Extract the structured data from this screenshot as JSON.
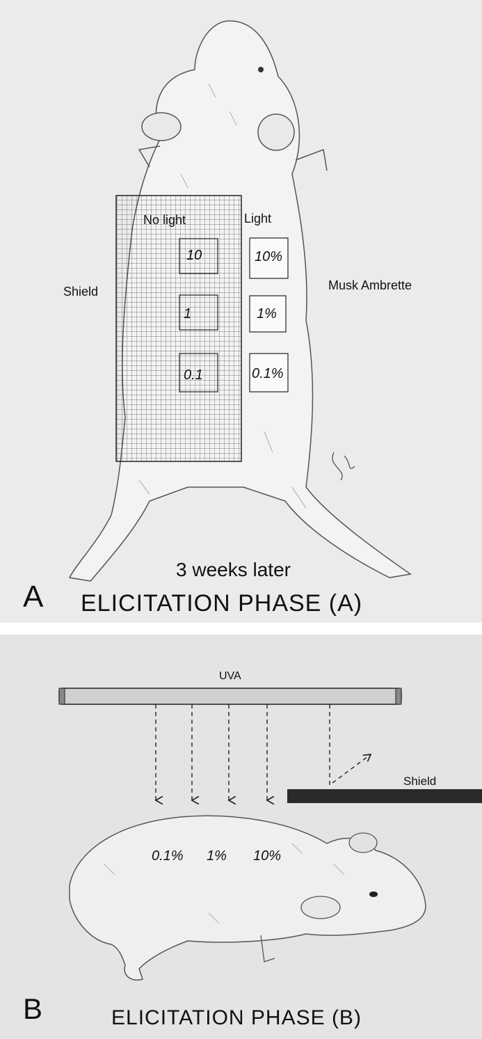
{
  "panel_a": {
    "letter": "A",
    "title": "ELICITATION PHASE (A)",
    "caption": "3 weeks later",
    "shield_label": "Shield",
    "no_light_label": "No light",
    "light_label": "Light",
    "substance_label": "Musk Ambrette",
    "no_light_patches": [
      "10",
      "1",
      "0.1"
    ],
    "light_patches": [
      "10%",
      "1%",
      "0.1%"
    ]
  },
  "panel_b": {
    "letter": "B",
    "title": "ELICITATION PHASE (B)",
    "lamp_label": "UVA",
    "shield_label": "Shield",
    "patch_labels": [
      "0.1%",
      "1%",
      "10%"
    ]
  },
  "colors": {
    "background": "#ebebeb",
    "shield_bar": "#2a2a2a",
    "lamp": "#cfcfcf",
    "ink": "#111111"
  }
}
